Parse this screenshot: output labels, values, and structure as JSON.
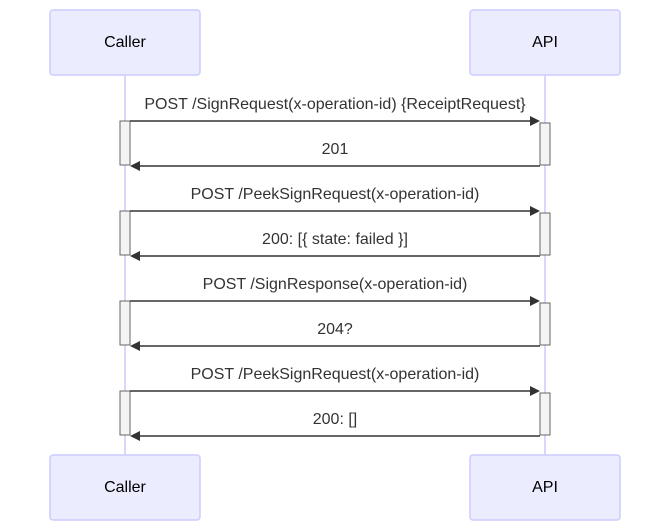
{
  "participants": [
    {
      "id": "caller",
      "label": "Caller"
    },
    {
      "id": "api",
      "label": "API"
    }
  ],
  "messages": [
    {
      "from": "caller",
      "to": "api",
      "label": "POST /SignRequest(x-operation-id) {ReceiptRequest}"
    },
    {
      "from": "api",
      "to": "caller",
      "label": "201"
    },
    {
      "from": "caller",
      "to": "api",
      "label": "POST /PeekSignRequest(x-operation-id)"
    },
    {
      "from": "api",
      "to": "caller",
      "label": "200: [{ state: failed }]"
    },
    {
      "from": "caller",
      "to": "api",
      "label": "POST /SignResponse(x-operation-id)"
    },
    {
      "from": "api",
      "to": "caller",
      "label": "204?"
    },
    {
      "from": "caller",
      "to": "api",
      "label": "POST /PeekSignRequest(x-operation-id)"
    },
    {
      "from": "api",
      "to": "caller",
      "label": "200: []"
    }
  ],
  "colors": {
    "actor_fill": "#ECECFF",
    "actor_stroke": "#CCCCFF",
    "line": "#333333"
  }
}
